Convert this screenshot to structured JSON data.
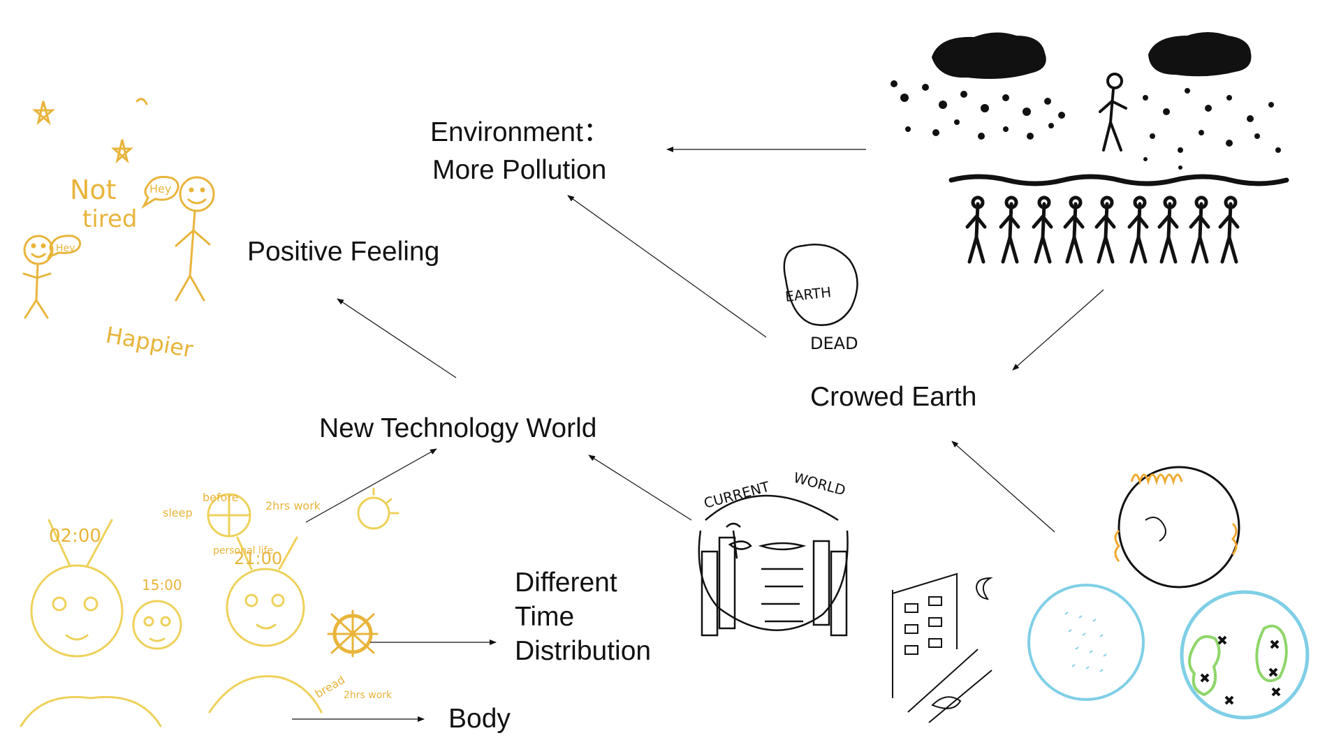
{
  "colors": {
    "ink": "#111111",
    "yellow_sketch": "#e8b43a",
    "light_yellow_sketch": "#eed15a",
    "blue_sketch": "#7fcfe6",
    "green_sketch": "#8fd66a",
    "orange_sketch": "#f0a830"
  },
  "nodes": {
    "environment_line1": "Environment：",
    "environment_line2": "More Pollution",
    "positive_feeling": "Positive Feeling",
    "crowed_earth": "Crowed Earth",
    "new_technology_world": "New Technology World",
    "time_line1": "Different",
    "time_line2": "Time",
    "time_line3": "Distribution",
    "body": "Body"
  },
  "sketches": {
    "happy_people": {
      "not_tired": "Not",
      "tired": "tired",
      "happier": "Happier",
      "hey_1": "Hey",
      "hey_2": "Hey"
    },
    "earth_dead": {
      "earth": "EARTH",
      "dead": "DEAD"
    },
    "current_world": {
      "title_1": "CURRENT",
      "title_2": "WORLD"
    },
    "time_faces": {
      "clock_1": "02:00",
      "clock_2": "15:00",
      "clock_3": "21:00",
      "note_sleep": "sleep",
      "note_before": "before",
      "note_work": "2hrs work",
      "note_personal": "personal life",
      "note_bread": "bread",
      "note_work2": "2hrs work"
    }
  }
}
